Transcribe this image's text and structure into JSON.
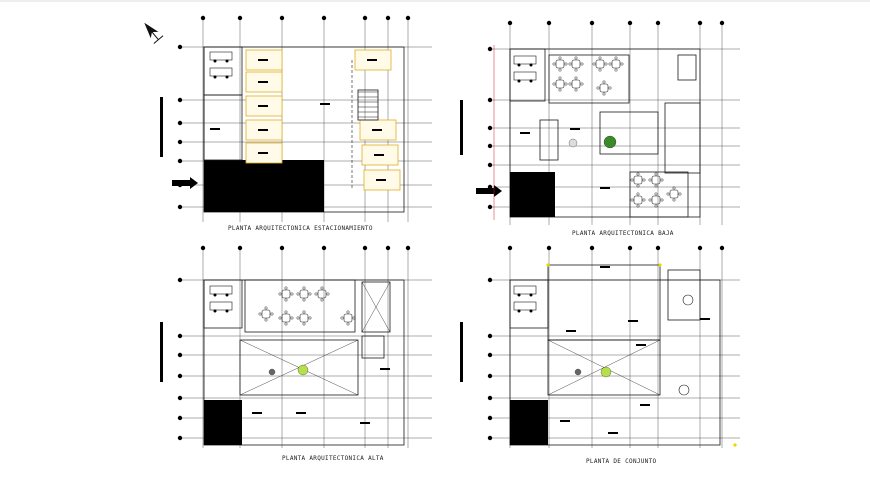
{
  "drawing": {
    "colors": {
      "line": "#1a1a1a",
      "grid": "#333333",
      "dim": "#444444",
      "parking_outline": "#e0b020",
      "highlight": "#f2d200",
      "plant": "#3a8a2a",
      "plant_light": "#b6e04a",
      "solid": "#000000",
      "background": "#ffffff"
    },
    "north_arrow_icon": "north-arrow-icon",
    "section_marker_icon": "section-arrow-icon",
    "plans": [
      {
        "id": "estacionamiento",
        "caption": "PLANTA ARQUITECTONICA ESTACIONAMIENTO"
      },
      {
        "id": "baja",
        "caption": "PLANTA ARQUITECTONICA BAJA"
      },
      {
        "id": "alta",
        "caption": "PLANTA ARQUITECTONICA ALTA"
      },
      {
        "id": "conjunto",
        "caption": "PLANTA DE CONJUNTO"
      }
    ]
  }
}
